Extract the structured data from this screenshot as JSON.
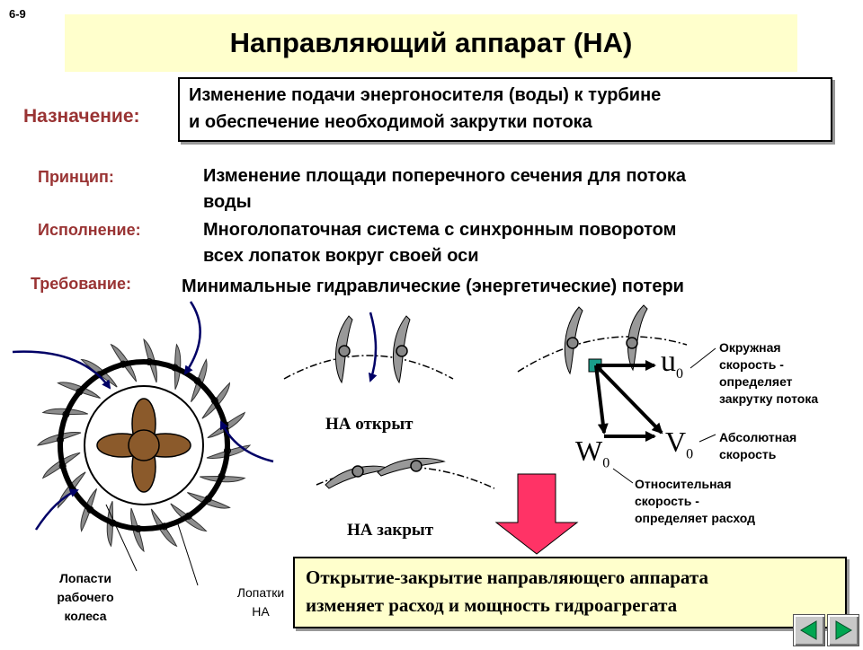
{
  "slide_number": "6-9",
  "title": "Направляющий аппарат (НА)",
  "sections": {
    "purpose_label": "Назначение:",
    "purpose_line1": "Изменение подачи энергоносителя (воды) к турбине",
    "purpose_line2": "и обеспечение необходимой закрутки потока",
    "principle_label": "Принцип:",
    "principle_line1": "Изменение площади поперечного сечения для потока",
    "principle_line2": "воды",
    "execution_label": "Исполнение:",
    "execution_line1": "Многолопаточная система с синхронным поворотом",
    "execution_line2": "всех лопаток вокруг своей  оси",
    "requirement_label": "Требование:",
    "requirement_text": "Минимальные гидравлические (энергетические) потери"
  },
  "diagram": {
    "open_label": "НА открыт",
    "closed_label": "НА закрыт",
    "runner_blades_label": [
      "Лопасти",
      "рабочего",
      "колеса"
    ],
    "guide_vanes_label": [
      "Лопатки",
      "НА"
    ],
    "u0_symbol": "u",
    "v0_symbol": "V",
    "w0_symbol": "W",
    "subscript": "0",
    "u0_note": [
      "Окружная",
      "скорость -",
      "определяет",
      "закрутку потока"
    ],
    "v0_note": [
      "Абсолютная",
      "скорость"
    ],
    "w0_note": [
      "Относительная",
      "скорость -",
      "определяет расход"
    ]
  },
  "conclusion": {
    "line1": "Открытие-закрытие направляющего аппарата",
    "line2": "изменяет расход и мощность гидроагрегата"
  },
  "colors": {
    "title_bg": "#ffffcc",
    "label_color": "#993333",
    "runner_color": "#8b5a2b",
    "vane_color": "#8c8c8c",
    "flow_arrow": "#000066",
    "down_arrow": "#ff3366",
    "nav_arrow": "#00a651"
  },
  "navigation": {
    "prev_icon": "play-left-icon",
    "next_icon": "play-right-icon"
  }
}
